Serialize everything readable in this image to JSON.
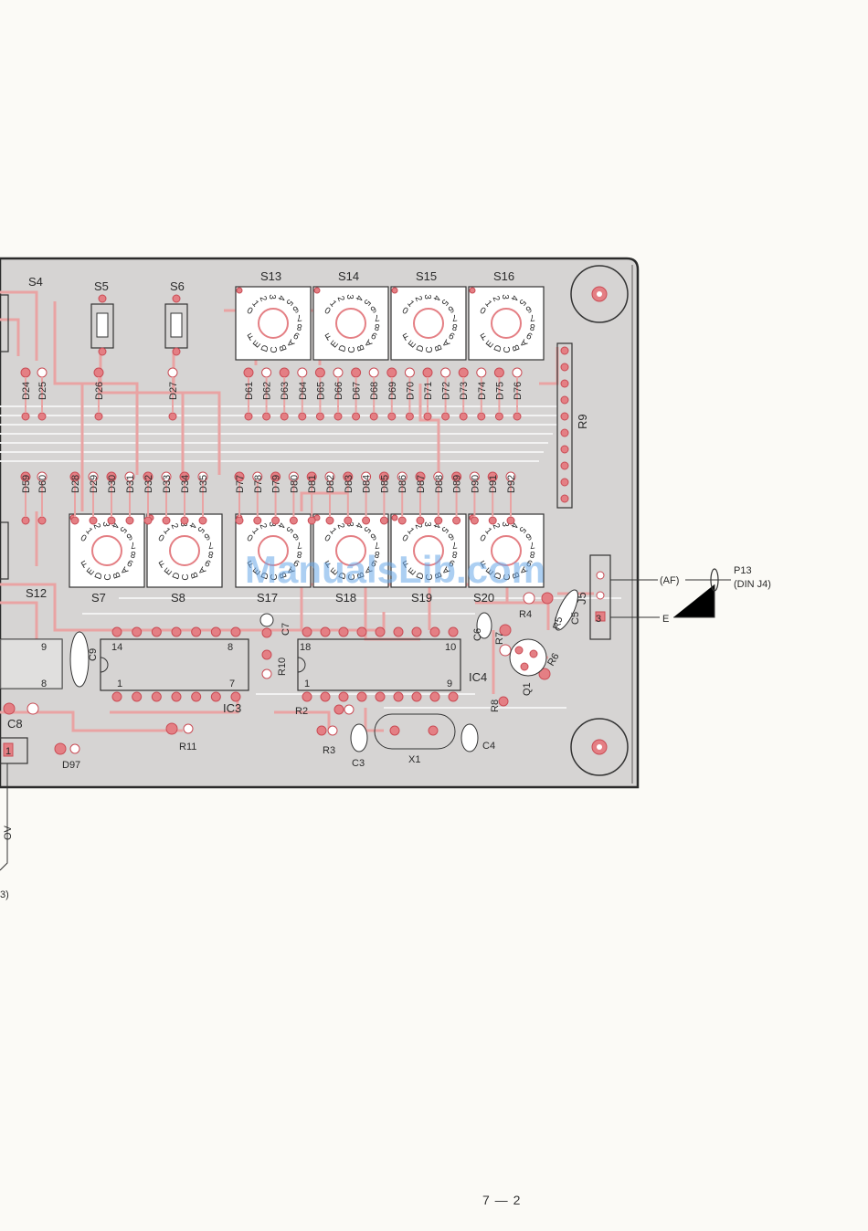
{
  "switch_labels_top": [
    "S4",
    "S5",
    "S6",
    "S13",
    "S14",
    "S15",
    "S16"
  ],
  "switch_labels_bottom": [
    "S7",
    "S8",
    "S17",
    "S18",
    "S19",
    "S20",
    "S12"
  ],
  "rotary_switch_digits": "0123456789ABCDEF",
  "diode_labels_top": [
    "D24",
    "D25",
    "D26",
    "D27",
    "D61",
    "D62",
    "D63",
    "D64",
    "D65",
    "D66",
    "D67",
    "D68",
    "D69",
    "D70",
    "D71",
    "D72",
    "D73",
    "D74",
    "D75",
    "D76"
  ],
  "diode_labels_mid": [
    "D59",
    "D60",
    "D28",
    "D29",
    "D30",
    "D31",
    "D32",
    "D33",
    "D34",
    "D35",
    "D77",
    "D78",
    "D79",
    "D80",
    "D81",
    "D82",
    "D83",
    "D84",
    "D85",
    "D86",
    "D87",
    "D88",
    "D89",
    "D90",
    "D91",
    "D92"
  ],
  "components": {
    "r9": "R9",
    "j5": "J5",
    "c5": "C5",
    "c6": "C6",
    "r4": "R4",
    "r5": "R5",
    "r6": "R6",
    "r7": "R7",
    "r8": "R8",
    "q1": "Q1",
    "c7": "C7",
    "r10": "R10",
    "c9": "C9",
    "ic3": "IC3",
    "ic4": "IC4",
    "r2": "R2",
    "r3": "R3",
    "c3": "C3",
    "x1": "X1",
    "c4": "C4",
    "c8": "C8",
    "r11": "R11",
    "d97": "D97"
  },
  "ic_pins": {
    "left_top": "9",
    "left_bottom": "8",
    "ic3_top_left": "14",
    "ic3_top_right": "8",
    "ic3_bottom_left": "1",
    "ic3_bottom_right": "7",
    "ic4_top_left": "18",
    "ic4_top_right": "10",
    "ic4_bottom_left": "1",
    "ic4_bottom_right": "9",
    "j5_pin": "3",
    "left_conn_pin": "1"
  },
  "connections": {
    "af": "(AF)",
    "e": "E",
    "plug": "P13",
    "plug_sub": "(DIN J4)",
    "ov": "OV",
    "left_ref": "3)"
  },
  "watermark": "ManualsLib.com",
  "page_number": "7 — 2",
  "colors": {
    "board": "#d6d4d3",
    "trace": "#e9a3a3",
    "pad": "#e47f84"
  }
}
